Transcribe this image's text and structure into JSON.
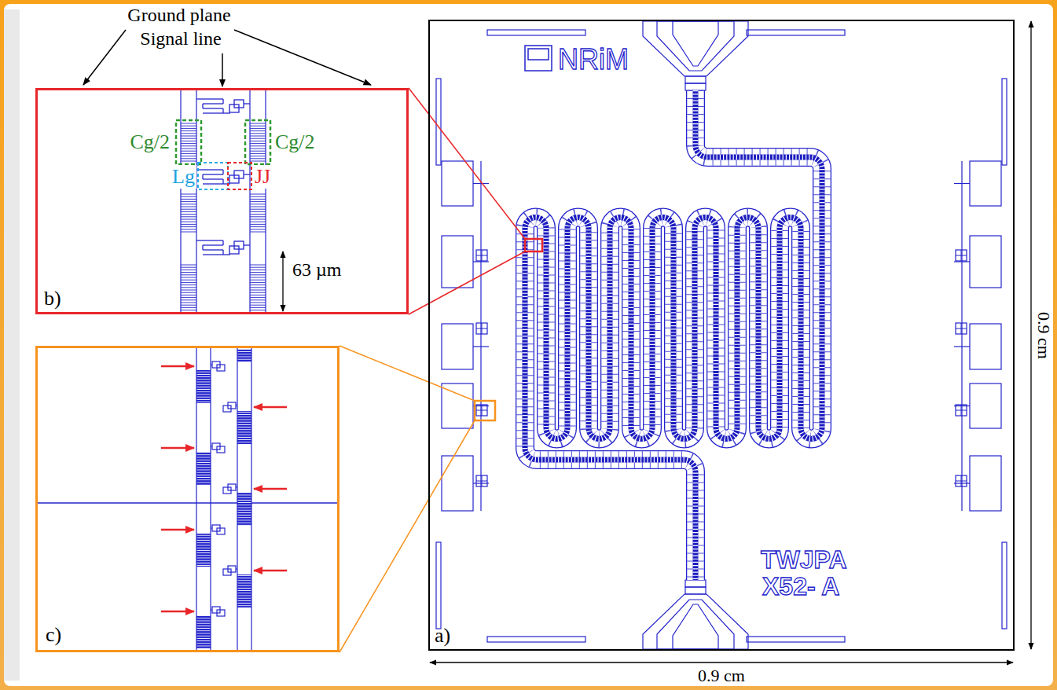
{
  "diagram": {
    "nodes": [
      {
        "text": [
          "a)"
        ]
      },
      {
        "text": [
          "b)"
        ]
      },
      {
        "text": [
          "c)"
        ]
      }
    ],
    "labels": [
      "Ground plane",
      "Signal line",
      "Cg/2",
      "Cg/2",
      "Lg",
      "JJ",
      "63 µm",
      "NRiM",
      "TWJPA",
      "X52- A",
      "0.9 cm",
      "0.9 cm"
    ]
  }
}
